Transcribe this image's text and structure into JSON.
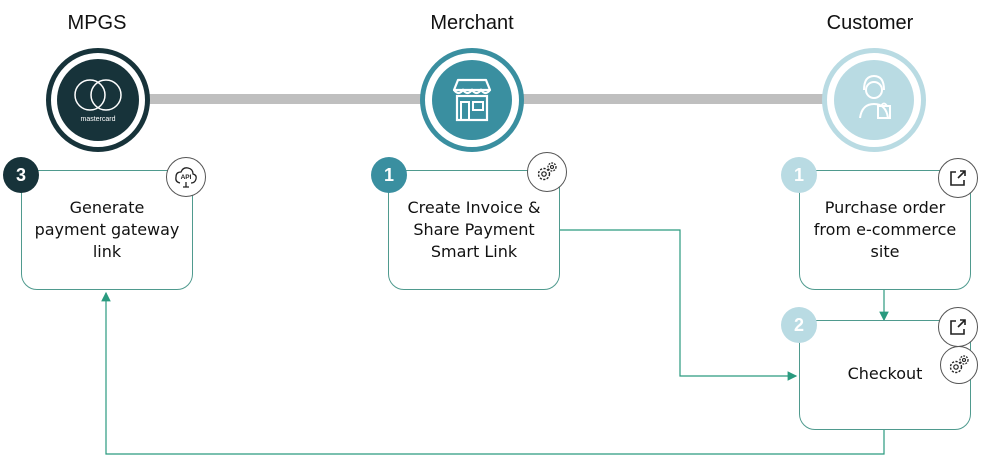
{
  "lanes": {
    "mpgs": "MPGS",
    "merchant": "Merchant",
    "customer": "Customer"
  },
  "logo": {
    "brand": "mastercard"
  },
  "steps": {
    "generate": {
      "number": "3",
      "line1": "Generate",
      "line2": "payment gateway",
      "line3": "link"
    },
    "invoice": {
      "number": "1",
      "line1": "Create Invoice &",
      "line2": "Share Payment",
      "line3": "Smart Link"
    },
    "purchase": {
      "number": "1",
      "line1": "Purchase order",
      "line2": "from e-commerce",
      "line3": "site"
    },
    "checkout": {
      "number": "2",
      "label": "Checkout"
    }
  },
  "icons": {
    "api": {
      "text": "API"
    }
  },
  "colors": {
    "mpgs": "#17333a",
    "merchant": "#3a8fa0",
    "customer": "#b9dbe3",
    "connector": "#2a9a7f"
  }
}
